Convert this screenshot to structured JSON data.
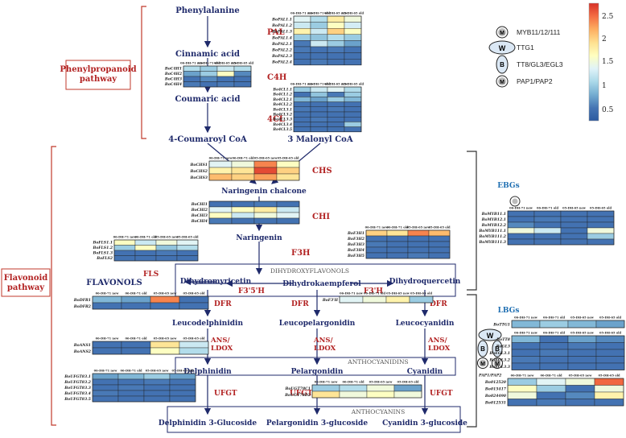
{
  "pathways": {
    "phenylpropanoid": "Phenylpropanoid pathway",
    "flavonoid": "Flavonoid pathway"
  },
  "compounds": {
    "phenylalanine": "Phenylalanine",
    "cinnamic": "Cinnamic acid",
    "coumaric": "Coumaric acid",
    "coumaroyl": "4-Coumaroyl CoA",
    "malonyl": "3 Malonyl CoA",
    "chalcone": "Naringenin chalcone",
    "naringenin": "Naringenin",
    "flavonols": "FLAVONOLS",
    "dihydromyricetin": "Dihydromyricetin",
    "dihydrokaempferol": "Dihydrokaempferol",
    "dihydroquercetin": "Dihydroquercetin",
    "leucodelphinidin": "Leucodelphinidin",
    "leucopelargonidin": "Leucopelargonidin",
    "leucocyanidin": "Leucocyanidin",
    "delphinidin": "Delphinidin",
    "pelargonidin": "Pelargonidin",
    "cyanidin": "Cyanidin",
    "delphinidin_glc": "Delphinidin 3-Glucoside",
    "pelargonidin_glc": "Pelargonidin 3-glucoside",
    "cyanidin_glc": "Cyanidin 3-glucoside"
  },
  "enzymes": {
    "pal": "PAL",
    "c4h": "C4H",
    "cl4": "4CL",
    "chs": "CHS",
    "chi": "CHI",
    "f3h": "F3H",
    "fls": "FLS",
    "f35h": "F3'5'H",
    "f3ph": "F3'H",
    "dfr1": "DFR",
    "dfr2": "DFR",
    "dfr3": "DFR",
    "ans1": "ANS/\nLDOX",
    "ans2": "ANS/\nLDOX",
    "ans3": "ANS/\nLDOX",
    "ufgt1": "UFGT",
    "ufgt2": "UFGT",
    "ufgt3": "UFGT"
  },
  "class_labels": {
    "dihydroxy": "DIHYDROXYFLAVONOLS",
    "anthocyanidins": "ANTHOCYANIDINS",
    "anthocyanins": "ANTHOCYANINS"
  },
  "groups": {
    "ebg": "EBGs",
    "lbg": "LBGs"
  },
  "legend": [
    {
      "symbol": "M",
      "label": "MYB11/12/111"
    },
    {
      "symbol": "W",
      "label": "TTG1"
    },
    {
      "symbol": "B",
      "label": "TT8/GL3/EGL3"
    },
    {
      "symbol": "M",
      "label": "PAP1/PAP2"
    }
  ],
  "colorbar": {
    "ticks": [
      "2.5",
      "2",
      "1.5",
      "1",
      "0.5"
    ],
    "stops": [
      "#d73027",
      "#f46d43",
      "#fdae61",
      "#fee090",
      "#ffffbf",
      "#e0f3f8",
      "#abd9e9",
      "#74add1",
      "#4575b4",
      "#2c5aa0"
    ]
  },
  "heatmaps": [
    {
      "id": "pal",
      "col_labels": [
        "06-DH-71 new",
        "06-DH-71 old",
        "05-DH-65 new",
        "05-DH-65 old"
      ],
      "row_labels": [
        "BoPAL1.1",
        "BoPAL1.2",
        "BoPAL1.3",
        "BoPAL1.4",
        "BoPAL2.1",
        "BoPAL2.2",
        "BoPAL2.3",
        "BoPAL2.4"
      ],
      "values": [
        [
          0.45,
          0.35,
          0.62,
          0.5
        ],
        [
          0.4,
          0.3,
          0.55,
          0.42
        ],
        [
          0.6,
          0.4,
          0.7,
          0.55
        ],
        [
          0.3,
          0.28,
          0.35,
          0.3
        ],
        [
          0.12,
          0.4,
          0.3,
          0.2
        ],
        [
          0.12,
          0.1,
          0.12,
          0.1
        ],
        [
          0.1,
          0.1,
          0.1,
          0.1
        ],
        [
          0.1,
          0.12,
          0.1,
          0.1
        ]
      ]
    },
    {
      "id": "c4h",
      "col_labels": [
        "06-DH-71 new",
        "06-DH-71 old",
        "05-DH-65 new",
        "05-DH-65 old"
      ],
      "row_labels": [
        "BoC4H1",
        "BoC4H2",
        "BoC4H3",
        "BoC4H4"
      ],
      "values": [
        [
          0.35,
          0.3,
          0.4,
          0.35
        ],
        [
          0.2,
          0.3,
          0.55,
          0.15
        ],
        [
          0.1,
          0.15,
          0.1,
          0.1
        ],
        [
          0.12,
          0.1,
          0.12,
          0.1
        ]
      ]
    },
    {
      "id": "4cl",
      "col_labels": [
        "06-DH-71 new",
        "06-DH-71 old",
        "05-DH-65 new",
        "05-DH-65 old"
      ],
      "row_labels": [
        "Bo4CL1.1",
        "Bo4CL1.2",
        "Bo4CL2.1",
        "Bo4CL2.2",
        "Bo4CL3.1",
        "Bo4CL3.2",
        "Bo4CL3.3",
        "Bo4CL3.4",
        "Bo4CL3.5"
      ],
      "values": [
        [
          0.3,
          0.4,
          0.45,
          0.35
        ],
        [
          0.1,
          0.28,
          0.12,
          0.3
        ],
        [
          0.25,
          0.2,
          0.3,
          0.25
        ],
        [
          0.1,
          0.1,
          0.1,
          0.1
        ],
        [
          0.12,
          0.1,
          0.12,
          0.1
        ],
        [
          0.1,
          0.1,
          0.1,
          0.1
        ],
        [
          0.1,
          0.12,
          0.1,
          0.1
        ],
        [
          0.1,
          0.1,
          0.1,
          0.3
        ],
        [
          0.1,
          0.1,
          0.1,
          0.1
        ]
      ]
    },
    {
      "id": "chs",
      "col_labels": [
        "06-DH-71 new",
        "06-DH-71 old",
        "05-DH-65 new",
        "05-DH-65 old"
      ],
      "row_labels": [
        "BoCHS1",
        "BoCHS2",
        "BoCHS3"
      ],
      "values": [
        [
          0.45,
          0.5,
          0.85,
          0.55
        ],
        [
          0.6,
          0.65,
          0.95,
          0.7
        ],
        [
          0.75,
          0.7,
          0.8,
          0.65
        ]
      ]
    },
    {
      "id": "chi",
      "col_labels": [],
      "row_labels": [
        "BoCHI1",
        "BoCHI2",
        "BoCHI3",
        "BoCHI4"
      ],
      "values": [
        [
          0.1,
          0.1,
          0.12,
          0.1
        ],
        [
          0.45,
          0.55,
          0.62,
          0.4
        ],
        [
          0.55,
          0.4,
          0.5,
          0.45
        ],
        [
          0.12,
          0.1,
          0.1,
          0.1
        ]
      ]
    },
    {
      "id": "fls",
      "col_labels": [
        "06-DH-71 new",
        "06-DH-71 old",
        "05-DH-65 new",
        "05-DH-65 old"
      ],
      "row_labels": [
        "BoFLS1.1",
        "BoFLS1.2",
        "BoFLS1.3",
        "BoFLS2"
      ],
      "values": [
        [
          0.55,
          0.4,
          0.5,
          0.45
        ],
        [
          0.3,
          0.55,
          0.28,
          0.35
        ],
        [
          0.1,
          0.1,
          0.12,
          0.1
        ],
        [
          0.1,
          0.1,
          0.1,
          0.1
        ]
      ]
    },
    {
      "id": "f3h",
      "col_labels": [
        "06-DH-71 new",
        "06-DH-71 old",
        "05-DH-65 new",
        "05-DH-65 old"
      ],
      "row_labels": [
        "BoF3H1",
        "BoF3H2",
        "BoF3H3",
        "BoF3H4",
        "BoF3H5"
      ],
      "values": [
        [
          0.7,
          0.65,
          0.85,
          0.75
        ],
        [
          0.1,
          0.1,
          0.1,
          0.1
        ],
        [
          0.12,
          0.1,
          0.1,
          0.1
        ],
        [
          0.1,
          0.1,
          0.1,
          0.1
        ],
        [
          0.1,
          0.1,
          0.12,
          0.1
        ]
      ]
    },
    {
      "id": "dfr",
      "col_labels": [
        "06-DH-71 new",
        "06-DH-71 old",
        "05-DH-65 new",
        "05-DH-65 old"
      ],
      "row_labels": [
        "BoDFR1",
        "BoDFR2"
      ],
      "values": [
        [
          0.25,
          0.2,
          0.85,
          0.1
        ],
        [
          0.1,
          0.1,
          0.1,
          0.1
        ]
      ]
    },
    {
      "id": "f3ph",
      "col_labels": [
        "06-DH-71 new",
        "06-DH-71 old",
        "05-DH-65 new",
        "05-DH-65 old"
      ],
      "row_labels": [
        "BoF3'H"
      ],
      "values": [
        [
          0.45,
          0.5,
          0.6,
          0.3
        ]
      ]
    },
    {
      "id": "ans",
      "col_labels": [
        "06-DH-71 new",
        "06-DH-71 old",
        "05-DH-65 new",
        "05-DH-65 old"
      ],
      "row_labels": [
        "BoANS1",
        "BoANS2"
      ],
      "values": [
        [
          0.1,
          0.1,
          0.65,
          0.4
        ],
        [
          0.1,
          0.1,
          0.55,
          0.35
        ]
      ]
    },
    {
      "id": "ufgt1",
      "col_labels": [
        "06-DH-71 new",
        "06-DH-71 old",
        "05-DH-65 new",
        "05-DH-65 old"
      ],
      "row_labels": [
        "BoUFGT83.1",
        "BoUFGT83.2",
        "BoUFGT83.3",
        "BoUFGT83.4",
        "BoUFGT83.5"
      ],
      "values": [
        [
          0.2,
          0.25,
          0.3,
          0.2
        ],
        [
          0.1,
          0.1,
          0.12,
          0.1
        ],
        [
          0.1,
          0.12,
          0.1,
          0.1
        ],
        [
          0.12,
          0.1,
          0.1,
          0.1
        ],
        [
          0.1,
          0.1,
          0.1,
          0.1
        ]
      ]
    },
    {
      "id": "ufgt2",
      "col_labels": [
        "06-DH-71 new",
        "06-DH-71 old",
        "05-DH-65 new",
        "05-DH-65 old"
      ],
      "row_labels": [
        "BoUGT78C1",
        "BoUGT78D2"
      ],
      "values": [
        [
          0.3,
          0.35,
          0.5,
          0.2
        ],
        [
          0.65,
          0.5,
          0.55,
          0.5
        ]
      ]
    },
    {
      "id": "ebg",
      "col_labels": [
        "06-DH-71 new",
        "06-DH-71 old",
        "05-DH-65 new",
        "05-DH-65 old"
      ],
      "row_labels": [
        "BoMYB11.1",
        "BoMYB12.1",
        "BoMYB12.2",
        "BoMYB111.1",
        "BoMYB111.2",
        "BoMYB111.3"
      ],
      "values": [
        [
          0.1,
          0.1,
          0.1,
          0.1
        ],
        [
          0.1,
          0.12,
          0.1,
          0.1
        ],
        [
          0.15,
          0.1,
          0.1,
          0.1
        ],
        [
          0.5,
          0.4,
          0.1,
          0.5
        ],
        [
          0.1,
          0.1,
          0.1,
          0.3
        ],
        [
          0.1,
          0.1,
          0.1,
          0.1
        ]
      ]
    },
    {
      "id": "ttg1",
      "col_labels": [
        "06-DH-71 new",
        "06-DH-71 old",
        "05-DH-65 new",
        "05-DH-65 old"
      ],
      "row_labels": [
        "BoTTG1"
      ],
      "values": [
        [
          0.25,
          0.3,
          0.25,
          0.2
        ]
      ]
    },
    {
      "id": "bhlh",
      "col_labels": [
        "06-DH-71 new",
        "06-DH-71 old",
        "05-DH-65 new",
        "05-DH-65 old"
      ],
      "row_labels": [
        "BoTT8",
        "BoGL3",
        "BoEGL3.1",
        "BoEGL3.2",
        "BoEGL3.3"
      ],
      "values": [
        [
          0.25,
          0.1,
          0.2,
          0.15
        ],
        [
          0.1,
          0.1,
          0.12,
          0.1
        ],
        [
          0.1,
          0.12,
          0.1,
          0.1
        ],
        [
          0.12,
          0.1,
          0.1,
          0.1
        ],
        [
          0.1,
          0.1,
          0.1,
          0.1
        ]
      ]
    },
    {
      "id": "pap",
      "header": "PAP1/PAP2",
      "col_labels": [
        "06-DH-71 new",
        "06-DH-71 old",
        "05-DH-65 new",
        "05-DH-65 old"
      ],
      "row_labels": [
        "Bo012520",
        "Bo015417",
        "Bo024490",
        "Bo012531"
      ],
      "values": [
        [
          0.3,
          0.45,
          0.5,
          0.9
        ],
        [
          0.55,
          0.3,
          0.1,
          0.5
        ],
        [
          0.5,
          0.1,
          0.15,
          0.6
        ],
        [
          0.1,
          0.12,
          0.1,
          0.1
        ]
      ]
    }
  ]
}
